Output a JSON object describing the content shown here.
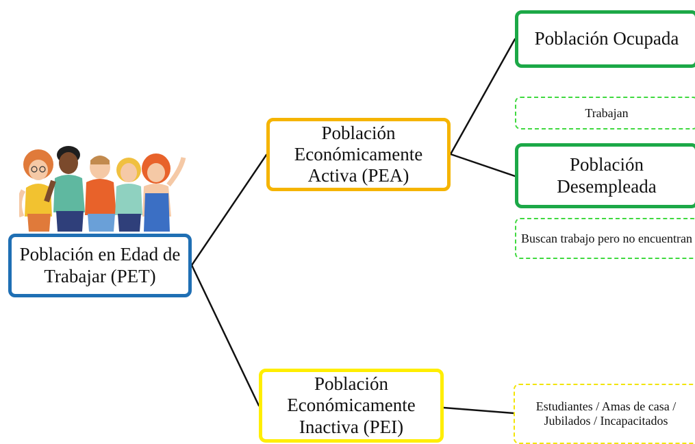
{
  "diagram": {
    "root": {
      "label": "Población en Edad de Trabajar (PET)",
      "color": "#1f6fb4"
    },
    "active": {
      "label": "Población Económicamente Activa (PEA)",
      "color": "#f5b400"
    },
    "inactive": {
      "label": "Población Económicamente Inactiva (PEI)",
      "color": "#ffee00"
    },
    "employed": {
      "label": "Población Ocupada",
      "color": "#1ca847"
    },
    "employed_note": {
      "label": "Trabajan",
      "color": "#3fd93f"
    },
    "unemployed": {
      "label": "Población Desempleada",
      "color": "#1ca847"
    },
    "unemployed_note": {
      "label": "Buscan trabajo pero no encuentran",
      "color": "#3fd93f"
    },
    "inactive_note": {
      "label": "Estudiantes / Amas de casa / Jubilados / Incapacitados",
      "color": "#f2e400"
    }
  },
  "illustration": {
    "icon": "group-of-people-illustration"
  }
}
